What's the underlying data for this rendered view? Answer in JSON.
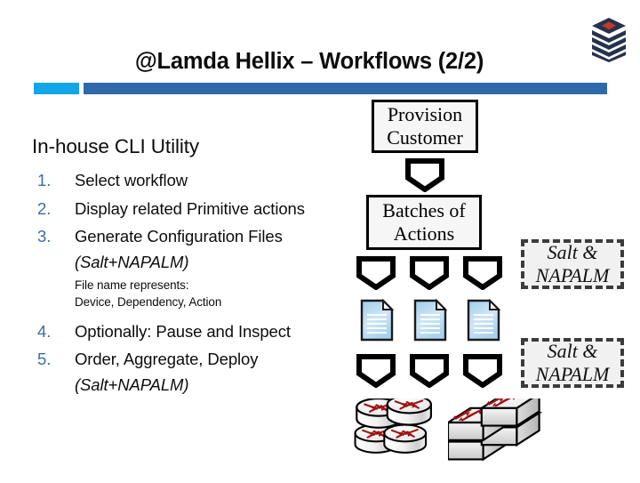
{
  "slide": {
    "title": "@Lamda Hellix – Workflows (2/2)",
    "accent": {
      "cyan": "#12A5E8",
      "blue": "#2F69A9"
    },
    "logo_name": "stacked-layers-logo"
  },
  "content": {
    "heading": "In-house CLI Utility",
    "steps": [
      {
        "num": "1.",
        "text": "Select workflow"
      },
      {
        "num": "2.",
        "text": "Display related Primitive actions"
      },
      {
        "num": "3.",
        "text": "Generate Configuration Files",
        "sub": "(Salt+NAPALM)"
      },
      {
        "num": "4.",
        "text": "Optionally: Pause and Inspect"
      },
      {
        "num": "5.",
        "text": "Order, Aggregate, Deploy",
        "sub": "(Salt+NAPALM)"
      }
    ],
    "note_line_1": "File name represents:",
    "note_line_2": "Device, Dependency, Action"
  },
  "diagram": {
    "node_provision": {
      "line1": "Provision",
      "line2": "Customer"
    },
    "node_batches": {
      "line1": "Batches of",
      "line2": "Actions"
    },
    "tag_upper": {
      "line1": "Salt &",
      "line2": "NAPALM"
    },
    "tag_lower": {
      "line1": "Salt &",
      "line2": "NAPALM"
    },
    "document_count": 3,
    "chevron_count_row1": 1,
    "chevron_count_row2": 3,
    "chevron_count_row3": 3,
    "devices": [
      "router-stack",
      "switch-stack"
    ],
    "colors": {
      "document_fill": "#b9d9f0",
      "node_border": "#000000",
      "tag_border": "#3b3b3b",
      "device_accent": "#9e1515"
    }
  }
}
